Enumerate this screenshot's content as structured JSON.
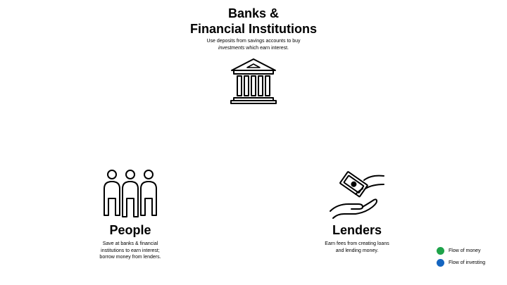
{
  "bank": {
    "title_line1": "Banks &",
    "title_line2": "Financial Institutions",
    "desc_part1": "Use deposits from savings accounts to buy",
    "desc_em": "investments",
    "desc_part2": " which earn interest."
  },
  "people": {
    "name": "People",
    "description": "Save at banks & financial institutions to earn interest; borrow money from lenders."
  },
  "lenders": {
    "name": "Lenders",
    "description": "Earn fees from creating loans and lending money."
  },
  "legend": {
    "items": [
      {
        "label": "Flow of money",
        "color": "#1ea34a"
      },
      {
        "label": "Flow of investing",
        "color": "#1565c0"
      }
    ]
  },
  "icons": [
    "bank-icon",
    "people-icon",
    "money-hand-icon"
  ]
}
